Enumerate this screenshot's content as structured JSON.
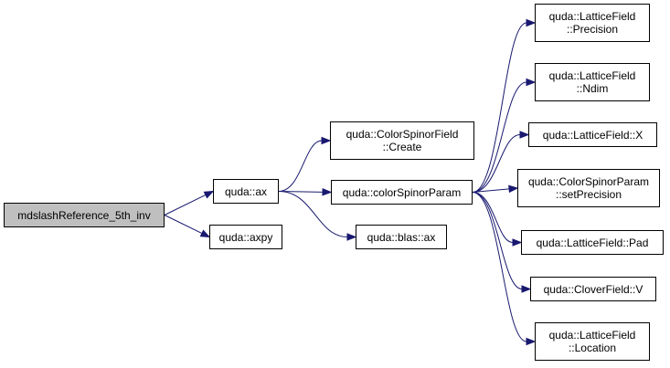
{
  "colors": {
    "edge": "#191970",
    "node_border": "#000000",
    "node_fill": "#ffffff",
    "root_fill": "#bfbfbf"
  },
  "nodes": {
    "root": {
      "lines": [
        "mdslashReference_5th_inv"
      ]
    },
    "ax": {
      "lines": [
        "quda::ax"
      ]
    },
    "axpy": {
      "lines": [
        "quda::axpy"
      ]
    },
    "csf_create": {
      "lines": [
        "quda::ColorSpinorField",
        "::Create"
      ]
    },
    "csp": {
      "lines": [
        "quda::colorSpinorParam"
      ]
    },
    "blas_ax": {
      "lines": [
        "quda::blas::ax"
      ]
    },
    "lf_precision": {
      "lines": [
        "quda::LatticeField",
        "::Precision"
      ]
    },
    "lf_ndim": {
      "lines": [
        "quda::LatticeField",
        "::Ndim"
      ]
    },
    "lf_x": {
      "lines": [
        "quda::LatticeField::X"
      ]
    },
    "csp_setprecision": {
      "lines": [
        "quda::ColorSpinorParam",
        "::setPrecision"
      ]
    },
    "lf_pad": {
      "lines": [
        "quda::LatticeField::Pad"
      ]
    },
    "cf_v": {
      "lines": [
        "quda::CloverField::V"
      ]
    },
    "lf_location": {
      "lines": [
        "quda::LatticeField",
        "::Location"
      ]
    }
  },
  "edges": [
    [
      "root",
      "ax"
    ],
    [
      "root",
      "axpy"
    ],
    [
      "ax",
      "csf_create"
    ],
    [
      "ax",
      "csp"
    ],
    [
      "ax",
      "blas_ax"
    ],
    [
      "csp",
      "lf_precision"
    ],
    [
      "csp",
      "lf_ndim"
    ],
    [
      "csp",
      "lf_x"
    ],
    [
      "csp",
      "csp_setprecision"
    ],
    [
      "csp",
      "lf_pad"
    ],
    [
      "csp",
      "cf_v"
    ],
    [
      "csp",
      "lf_location"
    ]
  ]
}
